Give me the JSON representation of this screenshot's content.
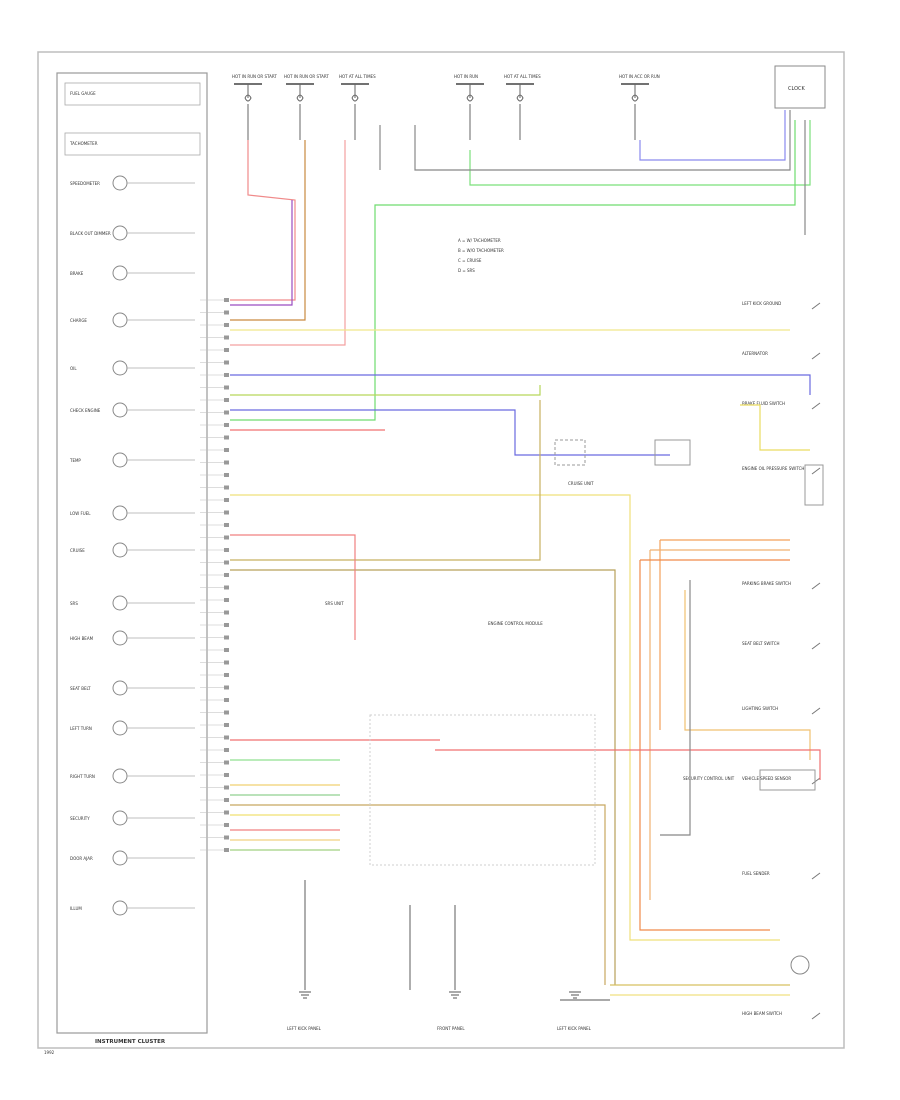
{
  "cluster": {
    "title": "INSTRUMENT CLUSTER",
    "items": [
      {
        "label": "FUEL GAUGE"
      },
      {
        "label": "TACHOMETER"
      },
      {
        "label": "SPEEDOMETER"
      },
      {
        "label": "BLACK OUT DIMMER"
      },
      {
        "label": "BRAKE"
      },
      {
        "label": "CHARGE"
      },
      {
        "label": "OIL"
      },
      {
        "label": "CHECK ENGINE"
      },
      {
        "label": "TEMP"
      },
      {
        "label": "LOW FUEL"
      },
      {
        "label": "CRUISE"
      },
      {
        "label": "SRS"
      },
      {
        "label": "HIGH BEAM"
      },
      {
        "label": "SEAT BELT"
      },
      {
        "label": "LEFT TURN"
      },
      {
        "label": "RIGHT TURN"
      },
      {
        "label": "SECURITY"
      },
      {
        "label": "DOOR AJAR"
      },
      {
        "label": "ILLUM"
      }
    ]
  },
  "top_fuses": [
    {
      "label": "HOT IN RUN OR START"
    },
    {
      "label": "HOT IN RUN OR START"
    },
    {
      "label": "HOT AT ALL TIMES"
    },
    {
      "label": "HOT IN RUN"
    },
    {
      "label": "HOT AT ALL TIMES"
    },
    {
      "label": "HOT IN ACC OR RUN"
    }
  ],
  "clock": {
    "label": "CLOCK"
  },
  "legend": {
    "lines": [
      "A = W/ TACHOMETER",
      "B = W/O TACHOMETER",
      "C = CRUISE",
      "D = SRS"
    ]
  },
  "right_components": [
    {
      "label": "LEFT KICK GROUND"
    },
    {
      "label": "ALTERNATOR"
    },
    {
      "label": "BRAKE FLUID SWITCH"
    },
    {
      "label": "ENGINE OIL PRESSURE SWITCH"
    },
    {
      "label": "PARKING BRAKE SWITCH"
    },
    {
      "label": "SEAT BELT SWITCH"
    },
    {
      "label": "LIGHTING SWITCH"
    },
    {
      "label": "VEHICLE SPEED SENSOR"
    },
    {
      "label": "FUEL SENDER"
    },
    {
      "label": "HIGH BEAM SWITCH"
    }
  ],
  "mid_labels": [
    {
      "text": "ENGINE CONTROL MODULE"
    },
    {
      "text": "SRS UNIT"
    },
    {
      "text": "CRUISE UNIT"
    },
    {
      "text": "SECURITY CONTROL UNIT"
    }
  ],
  "bottom_grounds": [
    {
      "label": "LEFT KICK PANEL"
    },
    {
      "label": "FRONT PANEL"
    },
    {
      "label": "LEFT KICK PANEL"
    }
  ],
  "corner_note": "1992"
}
